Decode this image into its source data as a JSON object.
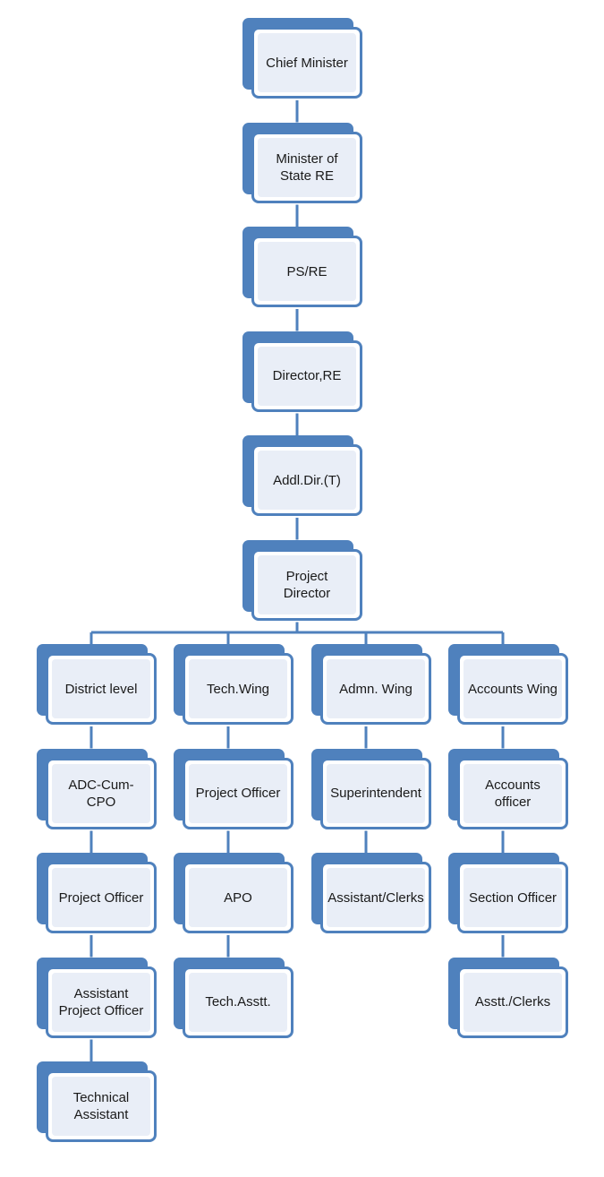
{
  "diagram": {
    "type": "org-chart",
    "colors": {
      "box_back": "#4f81bd",
      "box_border": "#4f81bd",
      "box_fill": "#e9eef7",
      "connector": "#4f81bd"
    },
    "chain": [
      {
        "id": "chief-minister",
        "label": "Chief Minister"
      },
      {
        "id": "minister-of-state-re",
        "label": "Minister of\nState RE"
      },
      {
        "id": "ps-re",
        "label": "PS/RE"
      },
      {
        "id": "director-re",
        "label": "Director,RE"
      },
      {
        "id": "addl-dir-t",
        "label": "Addl.Dir.(T)"
      },
      {
        "id": "project-director",
        "label": "Project Director"
      }
    ],
    "branches": [
      {
        "id": "district-level",
        "label": "District level",
        "children": [
          {
            "id": "adc-cum-cpo",
            "label": "ADC-Cum-CPO"
          },
          {
            "id": "project-officer-district",
            "label": "Project Officer"
          },
          {
            "id": "assistant-project-officer",
            "label": "Assistant\nProject Officer"
          },
          {
            "id": "technical-assistant",
            "label": "Technical\nAssistant"
          }
        ]
      },
      {
        "id": "tech-wing",
        "label": "Tech.Wing",
        "children": [
          {
            "id": "project-officer-tech",
            "label": "Project Officer"
          },
          {
            "id": "apo",
            "label": "APO"
          },
          {
            "id": "tech-asstt",
            "label": "Tech.Asstt."
          }
        ]
      },
      {
        "id": "admn-wing",
        "label": "Admn. Wing",
        "children": [
          {
            "id": "superintendent",
            "label": "Superintendent"
          },
          {
            "id": "assistant-clerks",
            "label": "Assistant/Clerks"
          }
        ]
      },
      {
        "id": "accounts-wing",
        "label": "Accounts Wing",
        "children": [
          {
            "id": "accounts-officer",
            "label": "Accounts officer"
          },
          {
            "id": "section-officer",
            "label": "Section Officer"
          },
          {
            "id": "asstt-clerks",
            "label": "Asstt./Clerks"
          }
        ]
      }
    ]
  }
}
